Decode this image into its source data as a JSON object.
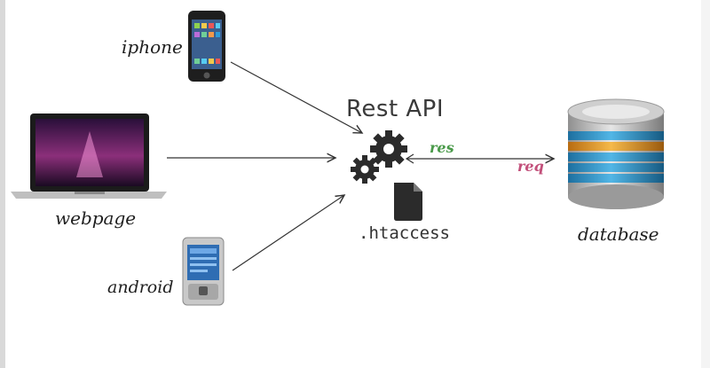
{
  "diagram": {
    "nodes": {
      "iphone": {
        "label": "iphone",
        "icon": "iphone-icon"
      },
      "webpage": {
        "label": "webpage",
        "icon": "laptop-icon"
      },
      "android": {
        "label": "android",
        "icon": "android-phone-icon"
      },
      "rest_api": {
        "label": "Rest API",
        "icon": "gears-icon"
      },
      "htaccess": {
        "label": ".htaccess",
        "icon": "file-icon"
      },
      "database": {
        "label": "database",
        "icon": "database-icon"
      }
    },
    "edges": [
      {
        "from": "iphone",
        "to": "rest_api"
      },
      {
        "from": "webpage",
        "to": "rest_api"
      },
      {
        "from": "android",
        "to": "rest_api"
      },
      {
        "from": "rest_api",
        "to": "database",
        "label": "req"
      },
      {
        "from": "database",
        "to": "rest_api",
        "label": "res"
      }
    ],
    "colors": {
      "res": "#4a9a4a",
      "req": "#c24f7a",
      "db_blue": "#2f8fc4",
      "db_orange": "#e7a23a",
      "gear": "#2b2b2b"
    }
  }
}
